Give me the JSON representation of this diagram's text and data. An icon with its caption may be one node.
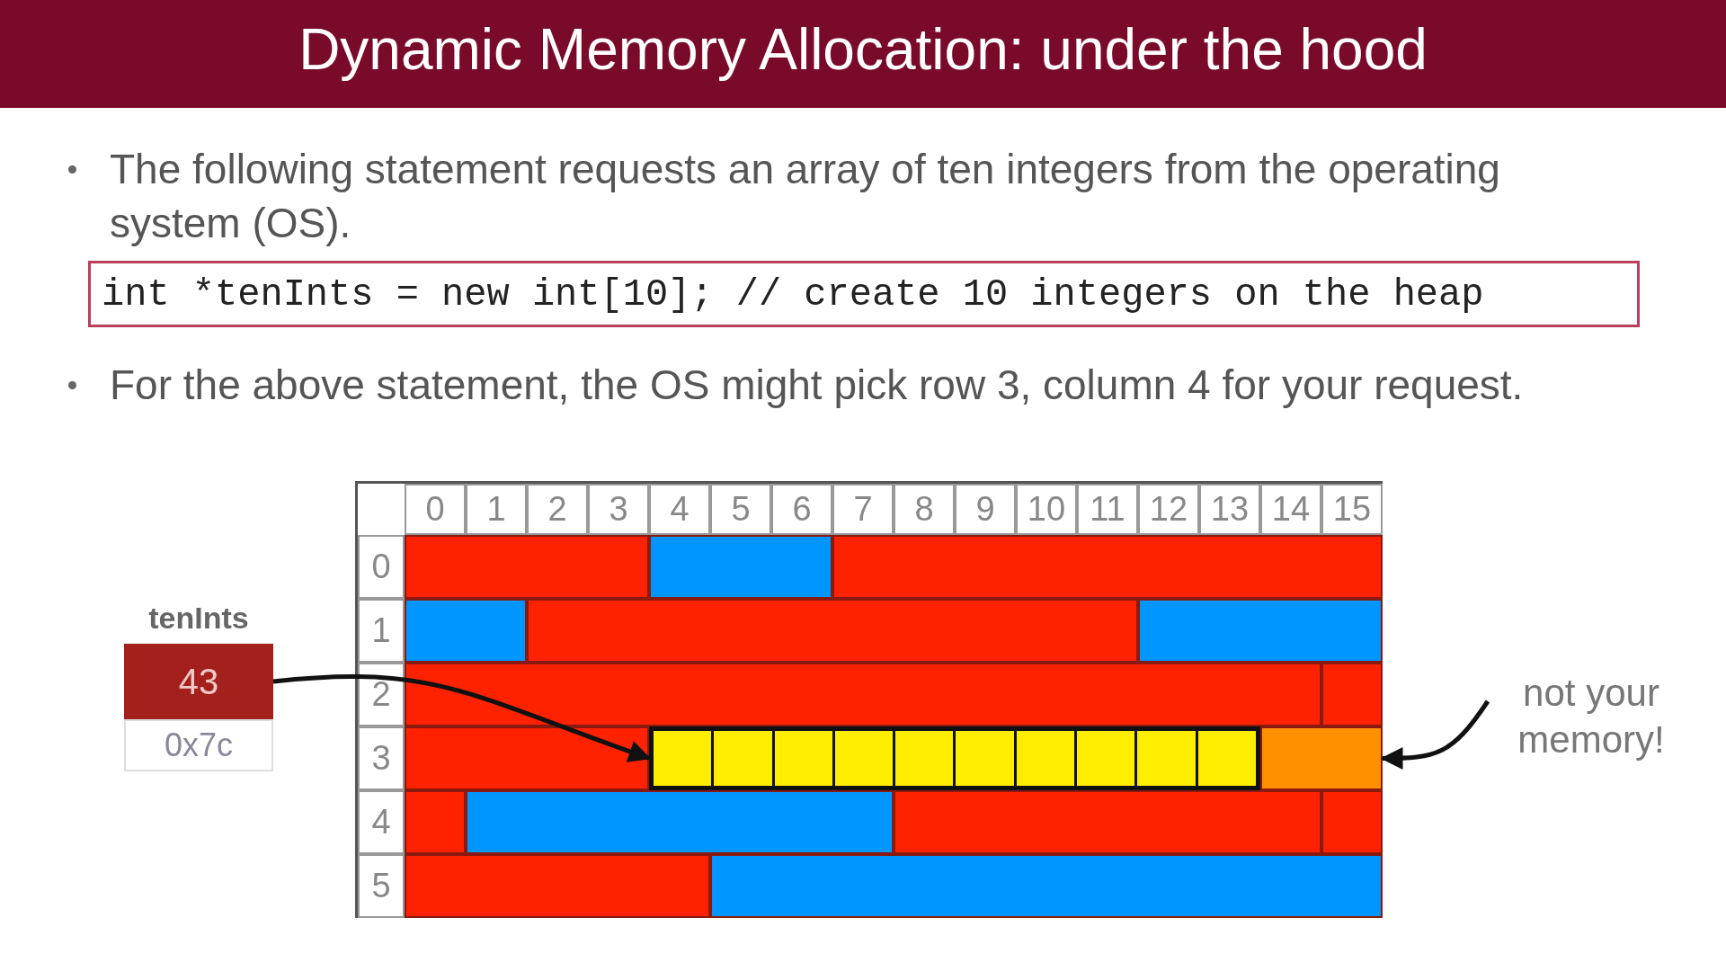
{
  "diagram": {
    "title": "Dynamic Memory Allocation: under the hood",
    "nodes": [
      {
        "text": [
          "tenInts",
          "43"
        ],
        "beside": [
          "0x7c"
        ]
      },
      {
        "text": [],
        "shape": "box"
      },
      {
        "text": [
          "not your memory!"
        ]
      },
      {
        "text": [],
        "shape": "box"
      }
    ],
    "edges": [
      {
        "from": 0,
        "to": 1,
        "arrow": "to"
      },
      {
        "from": 2,
        "to": 3,
        "arrow": "to"
      }
    ],
    "labels": [
      "The following statement requests an array of ten integers from the operating system (OS).",
      "int *tenInts = new int[10]; // create 10 integers on the heap",
      "For the above statement, the OS might pick row 3, column 4 for your request.",
      "0",
      "1",
      "2",
      "3",
      "4",
      "5",
      "6",
      "7",
      "8",
      "9",
      "10",
      "11",
      "12",
      "13",
      "14",
      "15",
      "0",
      "1",
      "2",
      "3",
      "4",
      "5"
    ]
  }
}
